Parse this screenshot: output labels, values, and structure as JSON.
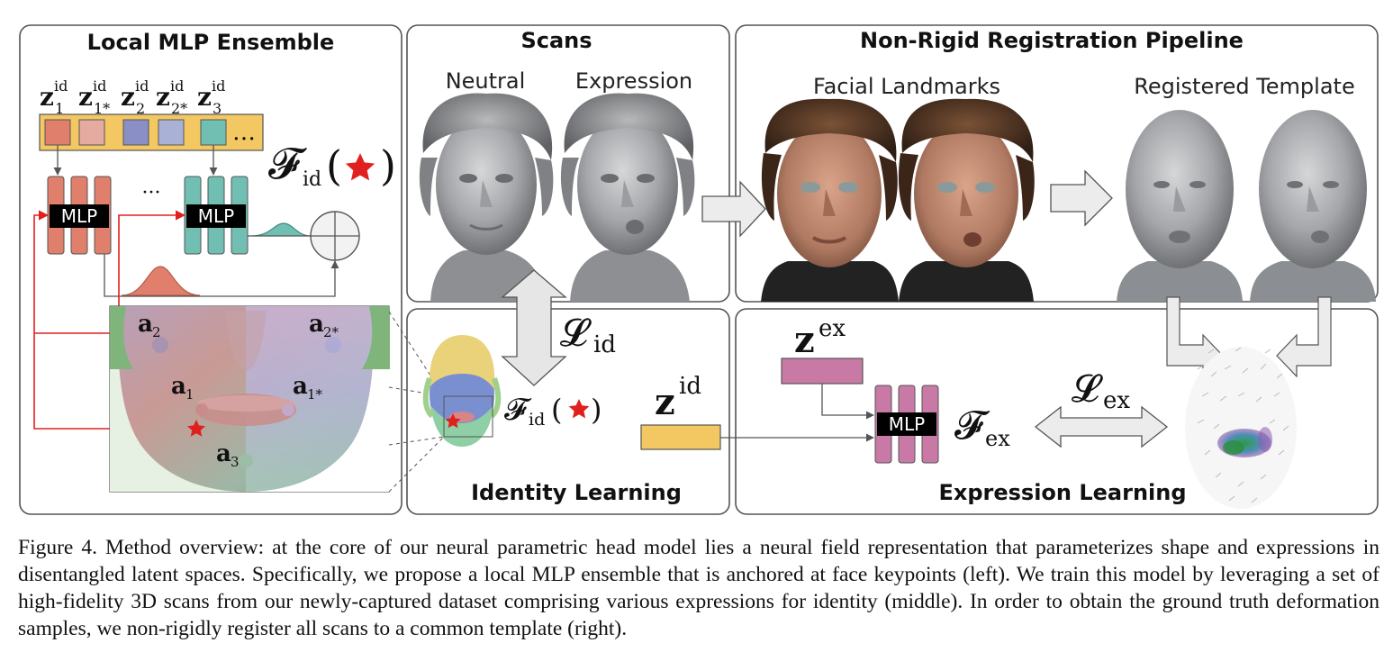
{
  "panels": {
    "local_mlp": {
      "title": "Local MLP Ensemble"
    },
    "scans": {
      "title": "Scans",
      "neutral_label": "Neutral",
      "expression_label": "Expression"
    },
    "registration": {
      "title": "Non-Rigid Registration Pipeline",
      "landmarks_label": "Facial Landmarks",
      "template_label": "Registered Template"
    },
    "identity": {
      "title": "Identity Learning"
    },
    "expression": {
      "title": "Expression Learning"
    }
  },
  "math": {
    "z": "z",
    "id_sup": "id",
    "ex_sup": "ex",
    "sub_1": "1",
    "sub_1s": "1*",
    "sub_2": "2",
    "sub_2s": "2*",
    "sub_3": "3",
    "a": "a",
    "script_f": "𝓕",
    "script_l": "𝓛",
    "ellipsis": "…",
    "dots": "···",
    "paren_open": "(",
    "paren_close": ")"
  },
  "mlp_label": "MLP",
  "colors": {
    "z1": "#e07f6c",
    "z1s": "#e5aaa0",
    "z2": "#8a8fc6",
    "z2s": "#a9b2d6",
    "z3": "#71bfb2",
    "latent_bar": "#f3c862",
    "mlp_red": "#e07f6c",
    "mlp_teal": "#71bfb2",
    "mlp_purple": "#c879a5",
    "zex_bar": "#c879a5",
    "arrow_red": "#e0201e",
    "panel_border": "#555555"
  },
  "caption": "Figure 4. Method overview: at the core of our neural parametric head model lies a neural field representation that parameterizes shape and expressions in disentangled latent spaces. Specifically, we propose a local MLP ensemble that is anchored at face keypoints (left). We train this model by leveraging a set of high-fidelity 3D scans from our newly-captured dataset comprising various expressions for identity (middle). In order to obtain the ground truth deformation samples, we non-rigidly register all scans to a common template (right)."
}
